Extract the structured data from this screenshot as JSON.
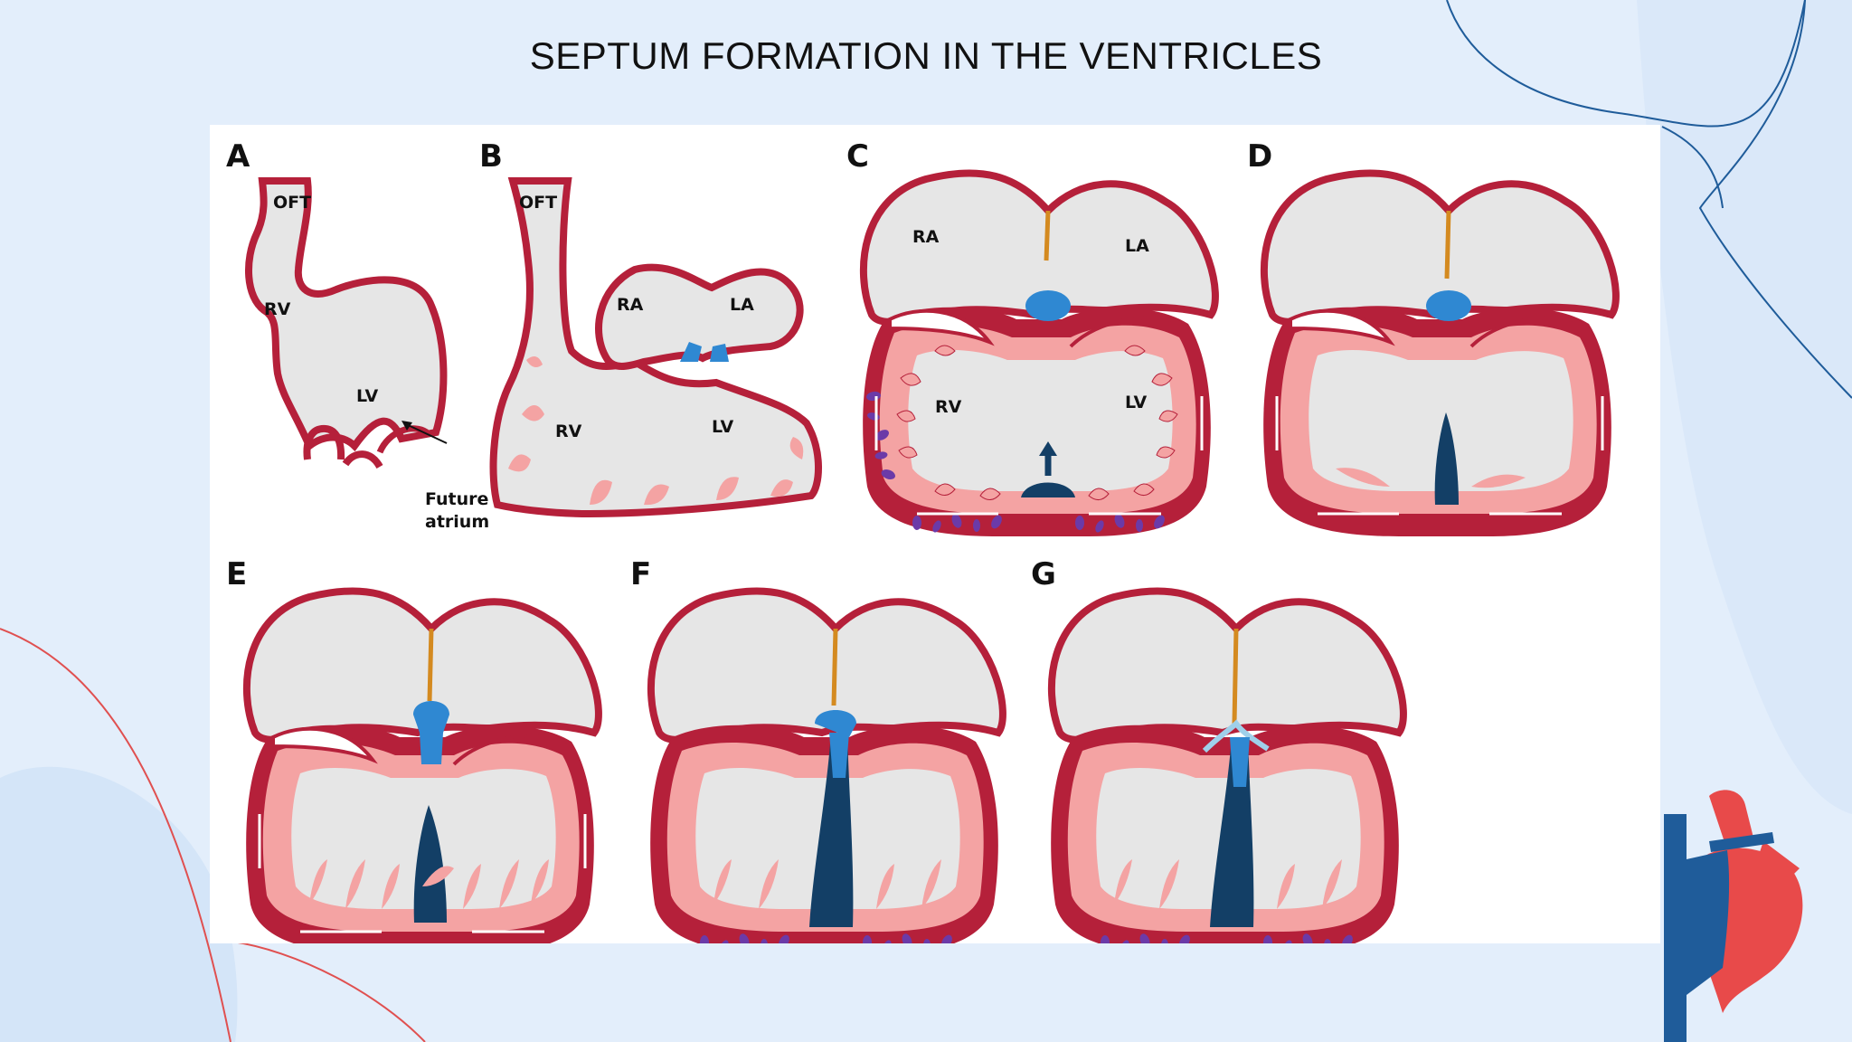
{
  "slide": {
    "title": "SEPTUM FORMATION IN THE VENTRICLES"
  },
  "figure": {
    "panels": {
      "A": {
        "letter": "A",
        "labels": {
          "oft": "OFT",
          "rv": "RV",
          "lv": "LV",
          "future_1": "Future",
          "future_2": "atrium"
        }
      },
      "B": {
        "letter": "B",
        "labels": {
          "oft": "OFT",
          "ra": "RA",
          "la": "LA",
          "rv": "RV",
          "lv": "LV"
        }
      },
      "C": {
        "letter": "C",
        "labels": {
          "ra": "RA",
          "la": "LA",
          "rv": "RV",
          "lv": "LV"
        }
      },
      "D": {
        "letter": "D"
      },
      "E": {
        "letter": "E"
      },
      "F": {
        "letter": "F"
      },
      "G": {
        "letter": "G"
      }
    }
  },
  "colors": {
    "background": "#e3eefb",
    "wall": "#b5203a",
    "trabeculae": "#f4a3a3",
    "cavity": "#e6e6e6",
    "septum": "#133f66",
    "cushion": "#2f88d2",
    "epicardial_cells": "#6b3aa8",
    "decor_blue": "#1f5c9a",
    "decor_red": "#e05050"
  },
  "icons": {
    "logo": "heart-anatomy-icon"
  }
}
